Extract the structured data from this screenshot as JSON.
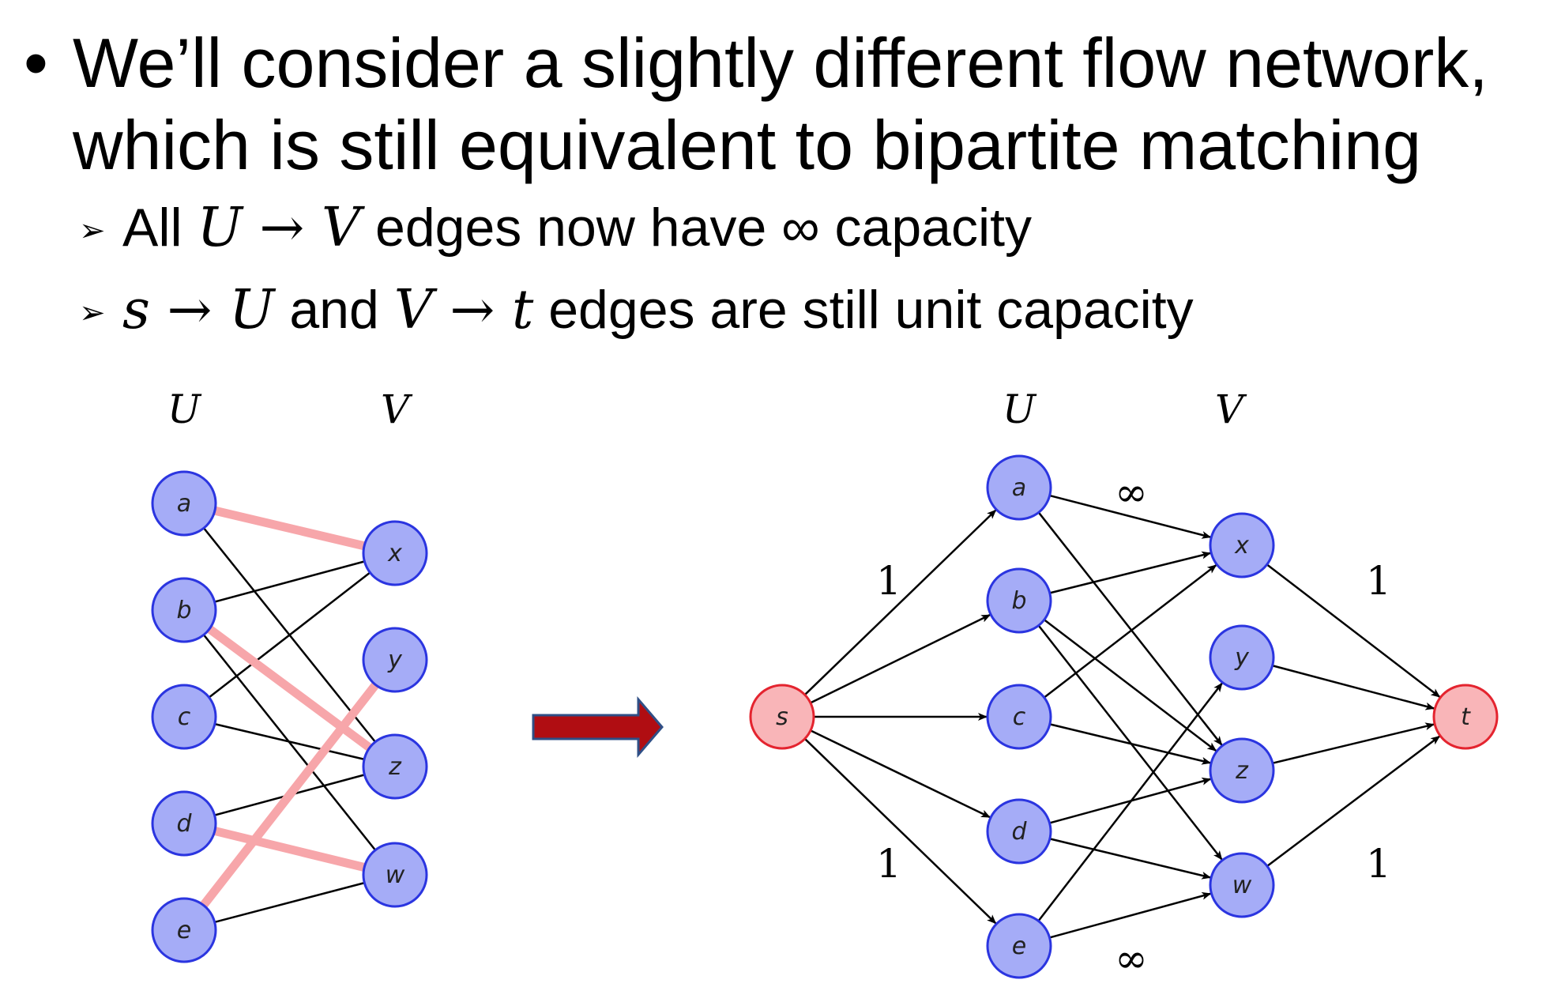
{
  "bullet": {
    "line1": "We’ll consider a slightly different flow network,",
    "line2": "which is still equivalent to bipartite matching"
  },
  "subbullets": [
    {
      "pre": "All ",
      "m1": "U",
      "arrow": " → ",
      "m2": "V",
      "post": " edges now have ∞ capacity"
    },
    {
      "m1": "s",
      "arrow1": " → ",
      "m2": "U",
      "mid": " and ",
      "m3": "V",
      "arrow2": " → ",
      "m4": "t",
      "post": " edges are still unit capacity"
    }
  ],
  "left_graph": {
    "col_U": "U",
    "col_V": "V",
    "U_nodes": [
      "a",
      "b",
      "c",
      "d",
      "e"
    ],
    "V_nodes": [
      "x",
      "y",
      "z",
      "w"
    ],
    "edges": [
      [
        "a",
        "x"
      ],
      [
        "a",
        "z"
      ],
      [
        "b",
        "x"
      ],
      [
        "b",
        "z"
      ],
      [
        "b",
        "w"
      ],
      [
        "c",
        "x"
      ],
      [
        "c",
        "z"
      ],
      [
        "d",
        "z"
      ],
      [
        "d",
        "w"
      ],
      [
        "e",
        "y"
      ],
      [
        "e",
        "w"
      ]
    ],
    "matching": [
      [
        "a",
        "x"
      ],
      [
        "b",
        "z"
      ],
      [
        "d",
        "w"
      ],
      [
        "e",
        "y"
      ]
    ]
  },
  "right_graph": {
    "col_U": "U",
    "col_V": "V",
    "source": "s",
    "sink": "t",
    "U_nodes": [
      "a",
      "b",
      "c",
      "d",
      "e"
    ],
    "V_nodes": [
      "x",
      "y",
      "z",
      "w"
    ],
    "edges": [
      [
        "a",
        "x"
      ],
      [
        "a",
        "z"
      ],
      [
        "b",
        "x"
      ],
      [
        "b",
        "z"
      ],
      [
        "b",
        "w"
      ],
      [
        "c",
        "x"
      ],
      [
        "c",
        "z"
      ],
      [
        "d",
        "z"
      ],
      [
        "d",
        "w"
      ],
      [
        "e",
        "y"
      ],
      [
        "e",
        "w"
      ]
    ],
    "cap_labels": {
      "s_top": "1",
      "s_bottom": "1",
      "t_top": "1",
      "t_bottom": "1",
      "mid_top": "∞",
      "mid_bottom": "∞"
    }
  },
  "colors": {
    "node_fill": "#a5acf7",
    "node_stroke": "#2b35e0",
    "st_fill": "#f9b5b8",
    "st_stroke": "#e4242f",
    "matching": "#f7a6aa",
    "big_arrow_fill": "#b00d12",
    "big_arrow_stroke": "#2f4f86"
  }
}
